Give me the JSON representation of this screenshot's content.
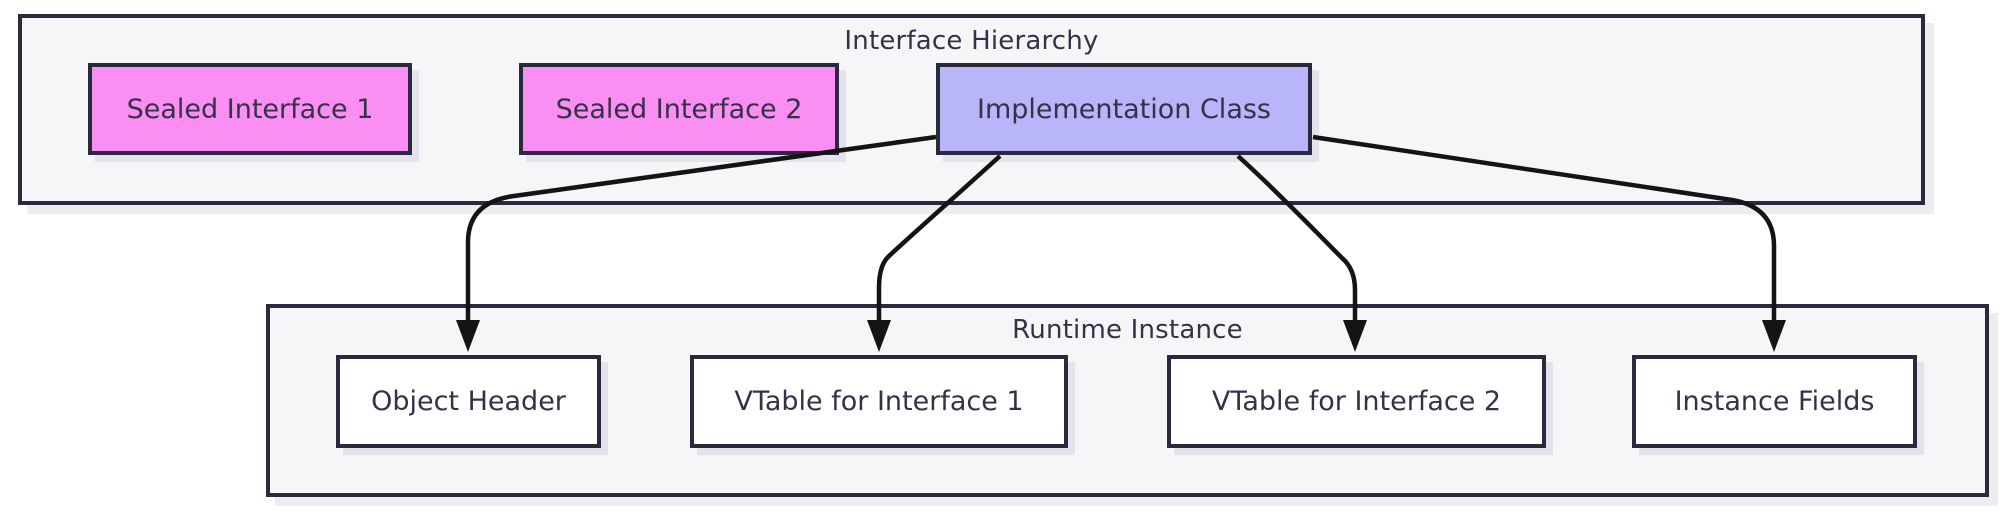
{
  "diagram": {
    "groups": [
      {
        "title": "Interface Hierarchy",
        "nodes": [
          {
            "label": "Sealed Interface 1"
          },
          {
            "label": "Sealed Interface 2"
          },
          {
            "label": "Implementation Class"
          }
        ]
      },
      {
        "title": "Runtime Instance",
        "nodes": [
          {
            "label": "Object Header"
          },
          {
            "label": "VTable for Interface 1"
          },
          {
            "label": "VTable for Interface 2"
          },
          {
            "label": "Instance Fields"
          }
        ]
      }
    ],
    "edges": [
      {
        "from": "Implementation Class",
        "to": "Object Header"
      },
      {
        "from": "Implementation Class",
        "to": "VTable for Interface 1"
      },
      {
        "from": "Implementation Class",
        "to": "VTable for Interface 2"
      },
      {
        "from": "Implementation Class",
        "to": "Instance Fields"
      }
    ],
    "colors": {
      "sealed_interface_fill": "#fa8ef2",
      "implementation_class_fill": "#b8b5fa",
      "runtime_node_fill": "#ffffff",
      "group_fill": "#f6f6f9",
      "border": "#2a2a3e",
      "edge": "#141414",
      "text": "#343247"
    }
  }
}
